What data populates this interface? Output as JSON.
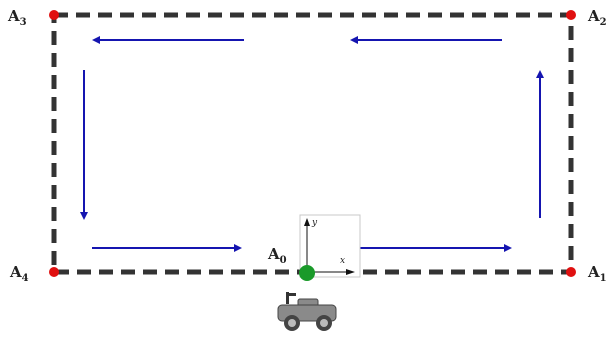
{
  "corners": [
    {
      "id": "A3",
      "letter": "A",
      "sub": "3"
    },
    {
      "id": "A2",
      "letter": "A",
      "sub": "2"
    },
    {
      "id": "A4",
      "letter": "A",
      "sub": "4"
    },
    {
      "id": "A1",
      "letter": "A",
      "sub": "1"
    }
  ],
  "origin": {
    "letter": "A",
    "sub": "0"
  },
  "axes": {
    "y": "y",
    "x": "x"
  },
  "colors": {
    "path": "#333333",
    "arrows": "#1515b0",
    "corner_points": "#e01010",
    "origin_point": "#1a9a2a",
    "robot": "#8a8a8a"
  },
  "icons": {
    "robot": "robot-car-icon"
  }
}
